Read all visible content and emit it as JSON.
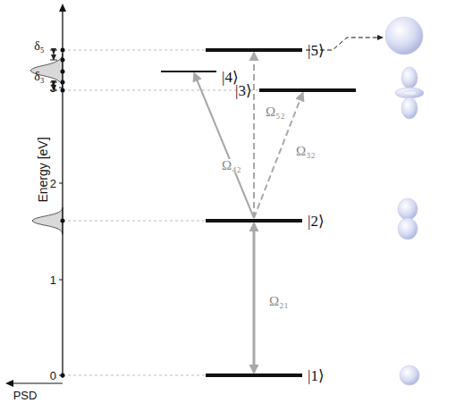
{
  "diagram": {
    "nodes": [
      {
        "text": [
          "|5⟩"
        ]
      },
      {
        "text": [
          "|4⟩"
        ]
      },
      {
        "text": [
          "|3⟩"
        ]
      },
      {
        "text": [
          "|2⟩"
        ]
      },
      {
        "text": [
          "|1⟩"
        ]
      }
    ],
    "edges": [
      {
        "from": 3,
        "to": 4,
        "arrow": "both",
        "label": "Ω₂₁"
      },
      {
        "from": 3,
        "to": 1,
        "arrow": "to",
        "label": "Ω₄₂"
      },
      {
        "from": 3,
        "to": 0,
        "arrow": "to",
        "label": "Ω₅₂"
      },
      {
        "from": 3,
        "to": 2,
        "arrow": "to",
        "label": "Ω₃₂"
      }
    ],
    "labels": [
      "Energy [eV]",
      "0",
      "1",
      "2",
      "3",
      "PSD",
      "δ₅",
      "δ₃"
    ]
  }
}
